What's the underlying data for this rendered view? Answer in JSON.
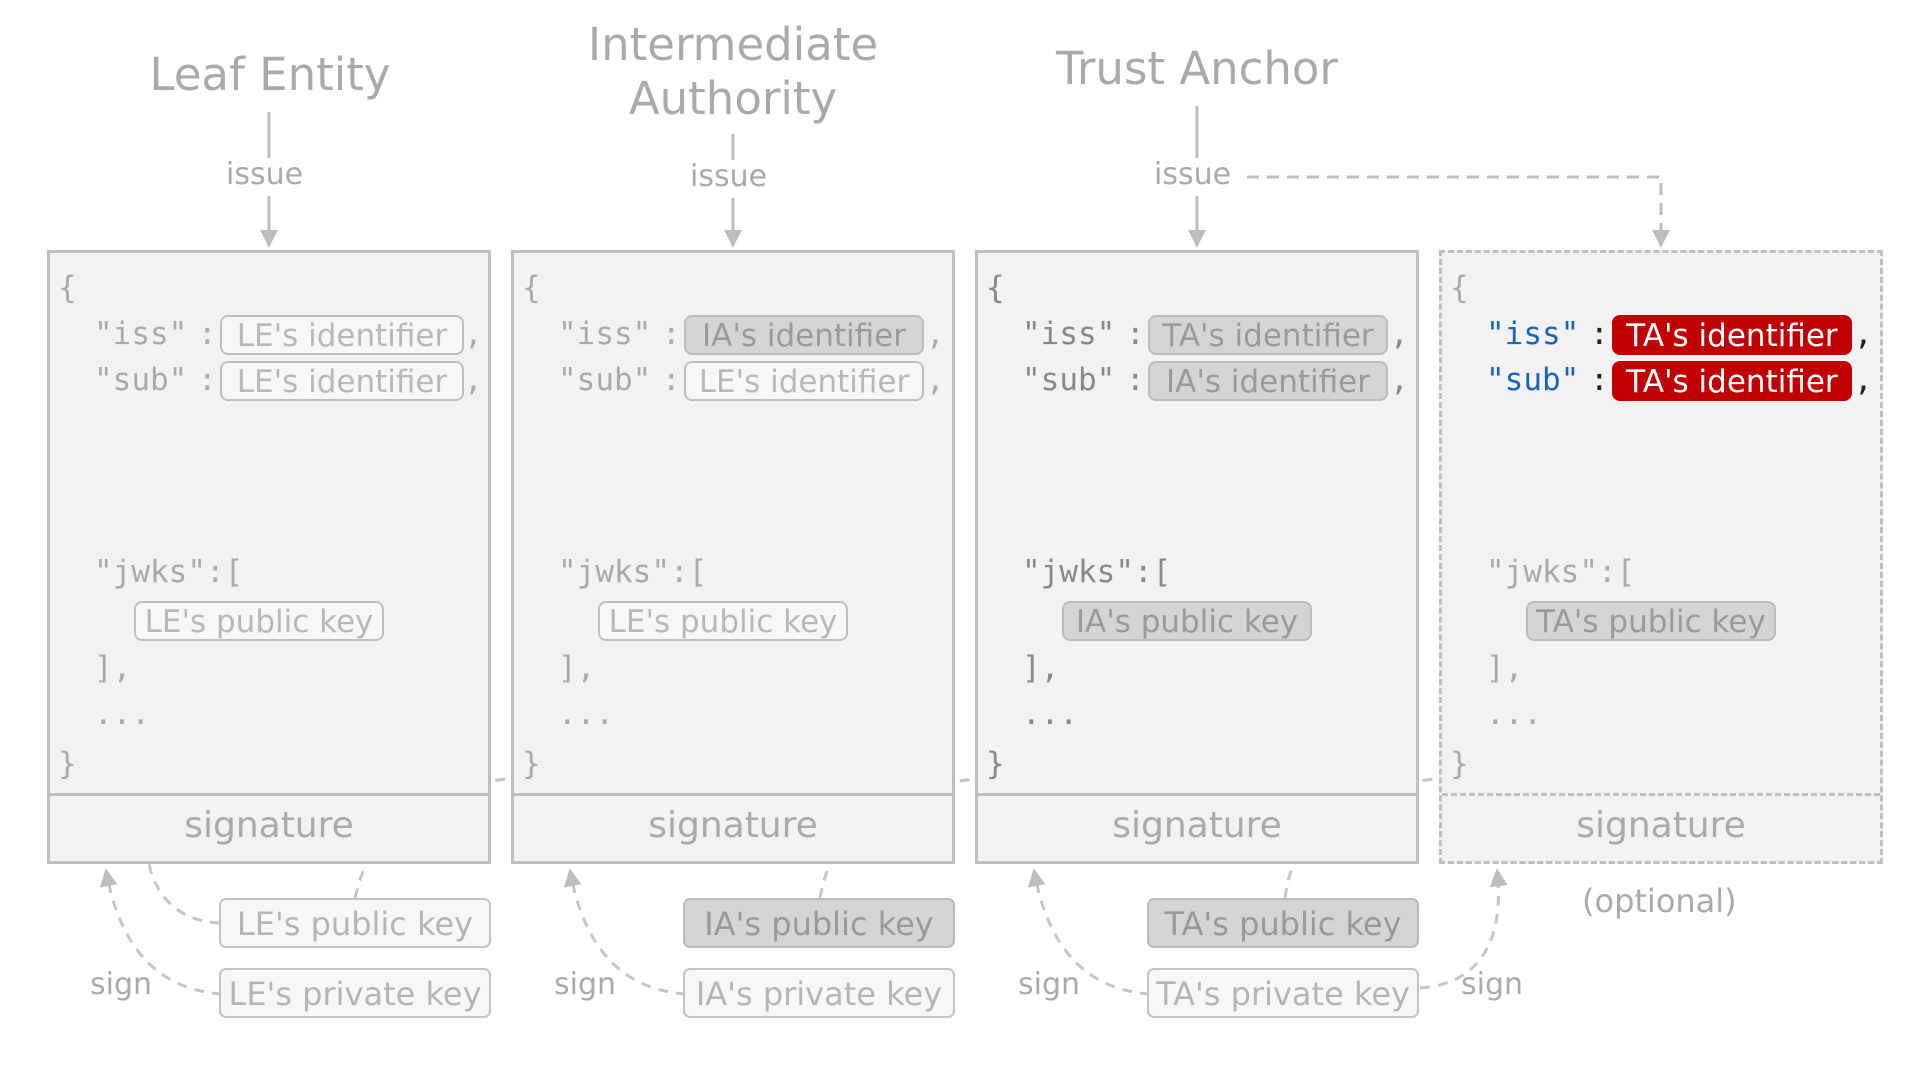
{
  "entities": [
    {
      "title": "Leaf Entity",
      "issue": "issue",
      "iss": "LE's identifier",
      "sub": "LE's identifier",
      "jwks_key": "LE's public key",
      "signature": "signature",
      "public_key": "LE's public key",
      "private_key": "LE's private key",
      "sign": "sign"
    },
    {
      "title": "Intermediate Authority",
      "issue": "issue",
      "iss": "IA's identifier",
      "sub": "LE's identifier",
      "jwks_key": "LE's public key",
      "signature": "signature",
      "public_key": "IA's public key",
      "private_key": "IA's private key",
      "sign": "sign"
    },
    {
      "title": "Trust Anchor",
      "issue": "issue",
      "iss": "TA's identifier",
      "sub": "IA's identifier",
      "jwks_key": "IA's public key",
      "signature": "signature",
      "public_key": "TA's public key",
      "private_key": "TA's private key",
      "sign": "sign"
    }
  ],
  "self_statement": {
    "iss": "TA's identifier",
    "sub": "TA's identifier",
    "jwks_key": "TA's public key",
    "signature": "signature",
    "optional": "(optional)",
    "sign": "sign"
  },
  "code": {
    "open": "{",
    "close": "}",
    "iss_key": "\"iss\"",
    "sub_key": "\"sub\"",
    "colon": ":",
    "comma": ",",
    "jwks_open": "\"jwks\":[",
    "jwks_close": "],",
    "ellipsis": "..."
  },
  "colors": {
    "accent_red": "#c00000",
    "key_blue": "#1a66b3",
    "muted_gray": "#aaaaaa",
    "card_bg": "#f2f2f2"
  }
}
